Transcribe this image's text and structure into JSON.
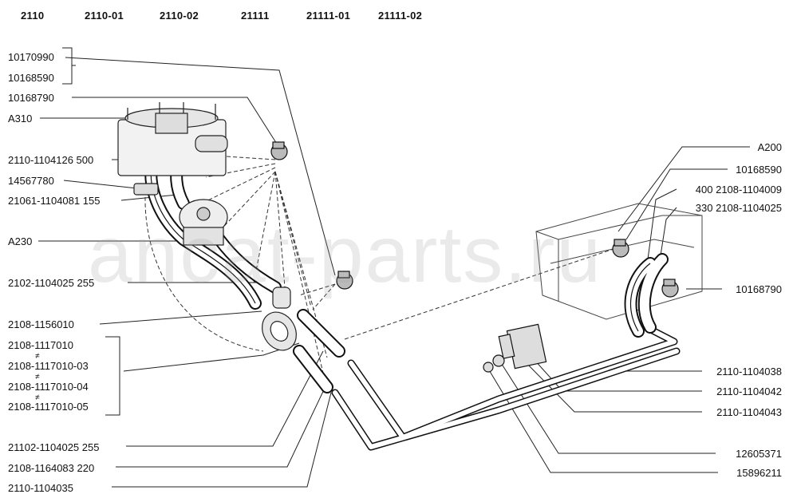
{
  "headers": [
    "2110",
    "2110-01",
    "2110-02",
    "21111",
    "21111-01",
    "21111-02"
  ],
  "watermark": "ancat-parts.ru",
  "left_labels": [
    "10170990",
    "10168590",
    "10168790",
    "A310",
    "2110-1104126 500",
    "14567780",
    "21061-1104081 155",
    "A230",
    "2102-1104025 255",
    "2108-1156010",
    "2108-1117010",
    "2108-1117010-03",
    "2108-1117010-04",
    "2108-1117010-05",
    "21102-1104025 255",
    "2108-1164083 220",
    "2110-1104035"
  ],
  "right_labels": [
    "A200",
    "10168590",
    "400 2108-1104009",
    "330 2108-1104025",
    "10168790",
    "2110-1104038",
    "2110-1104042",
    "2110-1104043",
    "12605371",
    "15896211"
  ],
  "alt_marks": [
    "≠",
    "≠",
    "≠"
  ]
}
